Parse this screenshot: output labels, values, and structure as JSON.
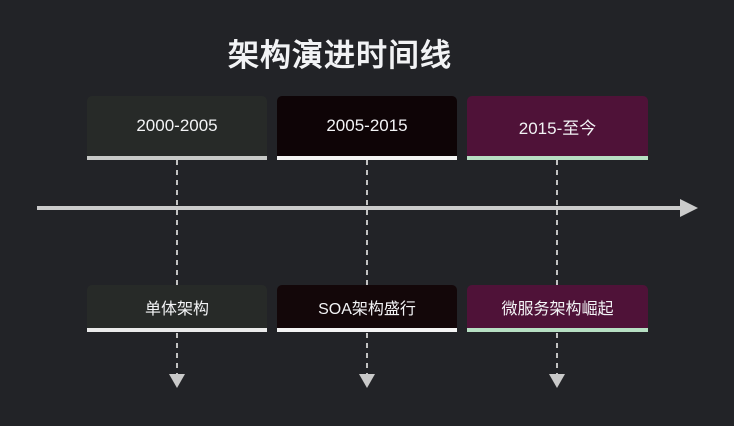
{
  "page": {
    "title": "架构演进时间线",
    "background_color": "#222327",
    "text_color": "#f2f3f5"
  },
  "timeline": {
    "direction": "left-to-right",
    "axis_color": "#cbcbcb",
    "dash_color": "#c2c2c2",
    "periods": [
      {
        "label": "2000-2005",
        "box_color": "#272a28",
        "underline_color": "#c7c9c7"
      },
      {
        "label": "2005-2015",
        "box_color": "#0e0406",
        "underline_color": "#f4f4f4"
      },
      {
        "label": "2015-至今",
        "box_color": "#4f1238",
        "underline_color": "#b7dfc3"
      }
    ],
    "events": [
      {
        "label": "单体架构",
        "box_color": "#272a28",
        "underline_color": "#eaeaea"
      },
      {
        "label": "SOA架构盛行",
        "box_color": "#130709",
        "underline_color": "#f4f4f4"
      },
      {
        "label": "微服务架构崛起",
        "box_color": "#4f1238",
        "underline_color": "#b7dfc3"
      }
    ],
    "icons": {
      "axis_arrow": "right-arrowhead",
      "event_arrow": "down-arrowhead"
    }
  }
}
